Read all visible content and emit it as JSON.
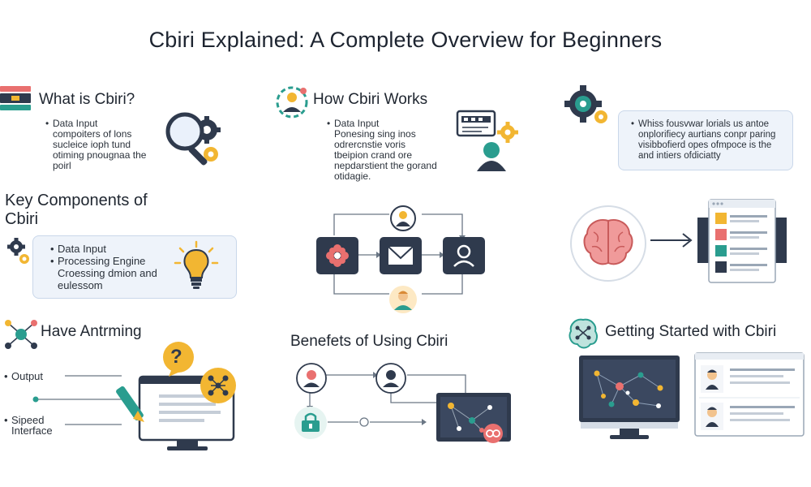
{
  "title": "Cbiri Explained: A Complete Overview for Beginners",
  "s1": {
    "heading": "What is Cbiri?",
    "lines": [
      "Data Input",
      "compoiters of lons",
      "sucleice ioph tund",
      "otiming pnougnaa the",
      "poirl"
    ]
  },
  "s2": {
    "heading": "How Cbiri Works",
    "lines": [
      "Data Input",
      "Ponesing sing inos",
      "odrercnstie voris",
      "tbeipion crand ore",
      "nepdarstient the gorand",
      "otidagie."
    ]
  },
  "s3": {
    "lines": [
      "Whiss fousvwar lorials us antoe",
      "onplorifiecy aurtians conpr paring",
      "visibbofierd opes ofmpoce is the",
      "and intiers ofdiciatty"
    ]
  },
  "s4": {
    "heading": "Key Components of Cbiri",
    "lines": [
      "Data Input",
      "Processing Engine",
      "Croessing dmion and",
      "eulessom"
    ]
  },
  "s5": {
    "heading": "Have Antrming",
    "labels": [
      "Output",
      "Sipeed",
      "Interface"
    ]
  },
  "s6": {
    "heading": "Benefets of Using Cbiri"
  },
  "s7": {
    "heading": "Getting Started with Cbiri"
  },
  "icons": {
    "question_mark": "?"
  },
  "colors": {
    "navy": "#2f3a4d",
    "accent_yellow": "#f2b632",
    "accent_teal": "#2a9d8f",
    "accent_pink": "#e9706f",
    "card_bg": "#eef3fa"
  }
}
